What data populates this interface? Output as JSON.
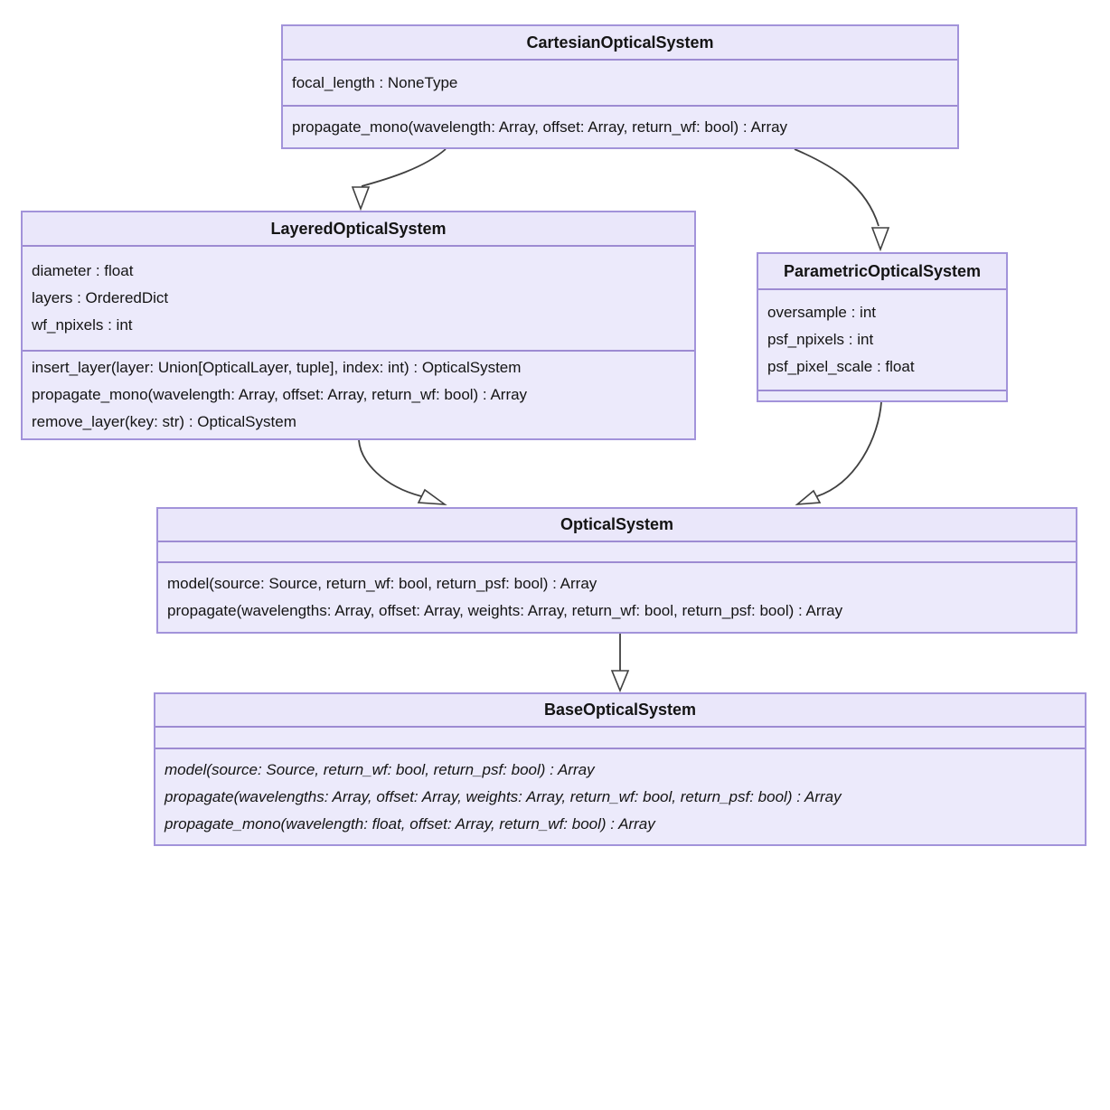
{
  "diagram_type": "UML class diagram",
  "colors": {
    "background": "#FFFFFF",
    "box_fill": "#ECEAFB",
    "header_fill": "#EAE7FA",
    "border": "#A293DA",
    "divider": "#9D8BD2",
    "text": "#141414",
    "arrow": "#404040"
  },
  "classes": [
    {
      "name": "CartesianOpticalSystem",
      "attributes": [
        "focal_length : NoneType"
      ],
      "methods": [
        "propagate_mono(wavelength: Array, offset: Array, return_wf: bool) : Array"
      ]
    },
    {
      "name": "LayeredOpticalSystem",
      "attributes": [
        "diameter : float",
        "layers : OrderedDict",
        "wf_npixels : int"
      ],
      "methods": [
        "insert_layer(layer: Union[OpticalLayer, tuple], index: int) : OpticalSystem",
        "propagate_mono(wavelength: Array, offset: Array, return_wf: bool) : Array",
        "remove_layer(key: str) : OpticalSystem"
      ]
    },
    {
      "name": "ParametricOpticalSystem",
      "attributes": [
        "oversample : int",
        "psf_npixels : int",
        "psf_pixel_scale : float"
      ],
      "methods": []
    },
    {
      "name": "OpticalSystem",
      "attributes": [],
      "methods": [
        "model(source: Source, return_wf: bool, return_psf: bool) : Array",
        "propagate(wavelengths: Array, offset: Array, weights: Array, return_wf: bool, return_psf: bool) : Array"
      ]
    },
    {
      "name": "BaseOpticalSystem",
      "attributes": [],
      "methods": [
        "model(source: Source, return_wf: bool, return_psf: bool) : Array",
        "propagate(wavelengths: Array, offset: Array, weights: Array, return_wf: bool, return_psf: bool) : Array",
        "propagate_mono(wavelength: float, offset: Array, return_wf: bool) : Array"
      ],
      "abstract": true
    }
  ],
  "relations": [
    {
      "child": "CartesianOpticalSystem",
      "parent": "LayeredOpticalSystem",
      "type": "inheritance"
    },
    {
      "child": "CartesianOpticalSystem",
      "parent": "ParametricOpticalSystem",
      "type": "inheritance"
    },
    {
      "child": "LayeredOpticalSystem",
      "parent": "OpticalSystem",
      "type": "inheritance"
    },
    {
      "child": "ParametricOpticalSystem",
      "parent": "OpticalSystem",
      "type": "inheritance"
    },
    {
      "child": "OpticalSystem",
      "parent": "BaseOpticalSystem",
      "type": "inheritance"
    }
  ]
}
